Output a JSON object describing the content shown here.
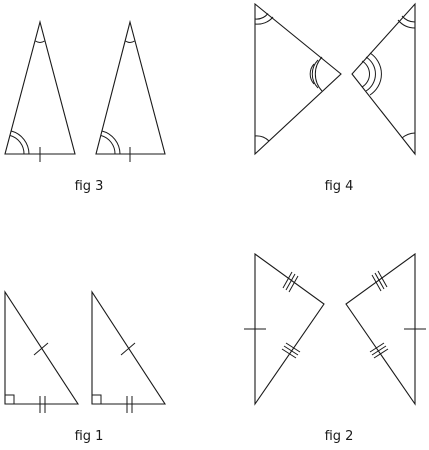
{
  "figures": {
    "fig3": {
      "caption": "fig 3"
    },
    "fig4": {
      "caption": "fig 4"
    },
    "fig1": {
      "caption": "fig 1"
    },
    "fig2": {
      "caption": "fig 2"
    }
  },
  "colors": {
    "ink": "#1a1a1a",
    "background": "#ffffff"
  }
}
